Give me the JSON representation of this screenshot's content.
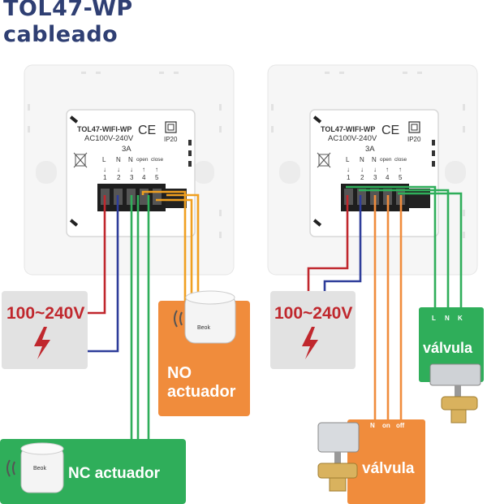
{
  "title_line1": "TOL47-WP",
  "title_line2": "cableado",
  "device": {
    "model": "TOL47-WIFI-WP",
    "ce_mark": "CE",
    "voltage": "AC100V-240V",
    "current": "3A",
    "ip_rating": "IP20",
    "terminal_letters": [
      "L",
      "N",
      "N",
      "open",
      "close"
    ],
    "terminal_numbers": [
      "1",
      "2",
      "3",
      "4",
      "5"
    ],
    "arrows": [
      "↓",
      "↓",
      "↓",
      "↑",
      "↑"
    ]
  },
  "left": {
    "power_label": "100~240V",
    "no_actuator_line1": "NO",
    "no_actuator_line2": "actuador",
    "nc_actuator": "NC actuador",
    "actuator_brand": "Beok"
  },
  "right": {
    "power_label": "100~240V",
    "valve_green_label": "válvula",
    "valve_green_terminals": [
      "L",
      "N",
      "K"
    ],
    "valve_orange_label": "válvula",
    "valve_orange_terminals": [
      "N",
      "on",
      "off"
    ]
  },
  "colors": {
    "title": "#2f3f73",
    "red_wire": "#c0272d",
    "blue_wire": "#2e3d9a",
    "orange": "#f08c3c",
    "orange_wire": "#f0a020",
    "green": "#2fae5a",
    "power_box": "#e2e2e2",
    "power_text": "#c0272d"
  }
}
